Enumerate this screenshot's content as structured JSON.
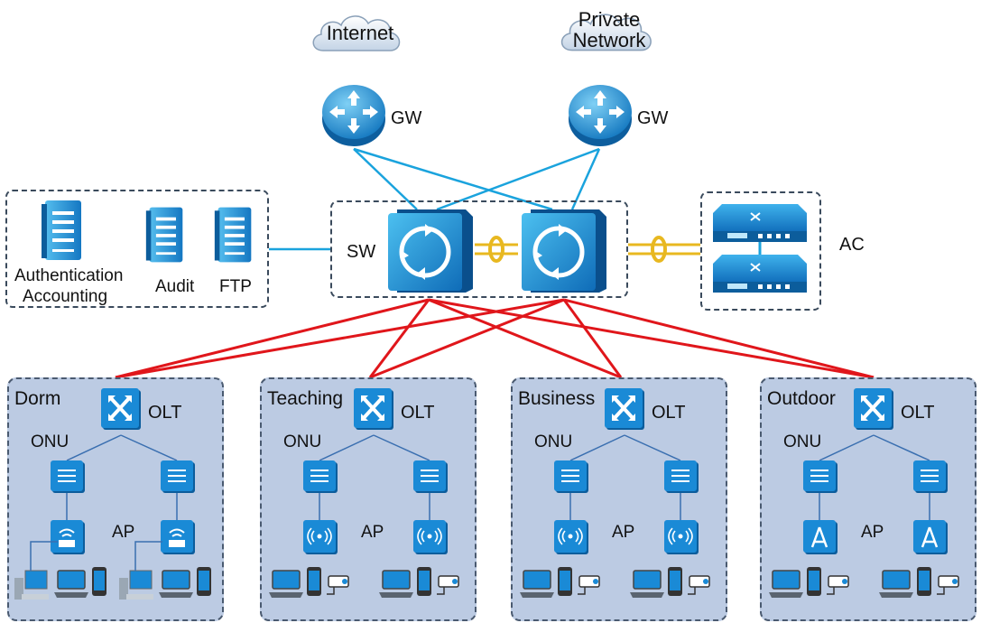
{
  "clouds": {
    "internet": "Internet",
    "private_line1": "Private",
    "private_line2": "Network"
  },
  "core": {
    "gw_label": "GW",
    "sw_label": "SW",
    "ac_label": "AC"
  },
  "servers": {
    "auth_line1": "Authentication",
    "auth_line2": "Accounting",
    "audit": "Audit",
    "ftp": "FTP"
  },
  "zones": [
    {
      "title": "Dorm",
      "olt": "OLT",
      "onu": "ONU",
      "ap": "AP"
    },
    {
      "title": "Teaching",
      "olt": "OLT",
      "onu": "ONU",
      "ap": "AP"
    },
    {
      "title": "Business",
      "olt": "OLT",
      "onu": "ONU",
      "ap": "AP"
    },
    {
      "title": "Outdoor",
      "olt": "OLT",
      "onu": "ONU",
      "ap": "AP"
    }
  ],
  "colors": {
    "uplink": "#1aa3dd",
    "downlink": "#e0161b",
    "stack": "#e8b820",
    "device_blue": "#1780c8",
    "zone_fill": "#bccbe3"
  }
}
